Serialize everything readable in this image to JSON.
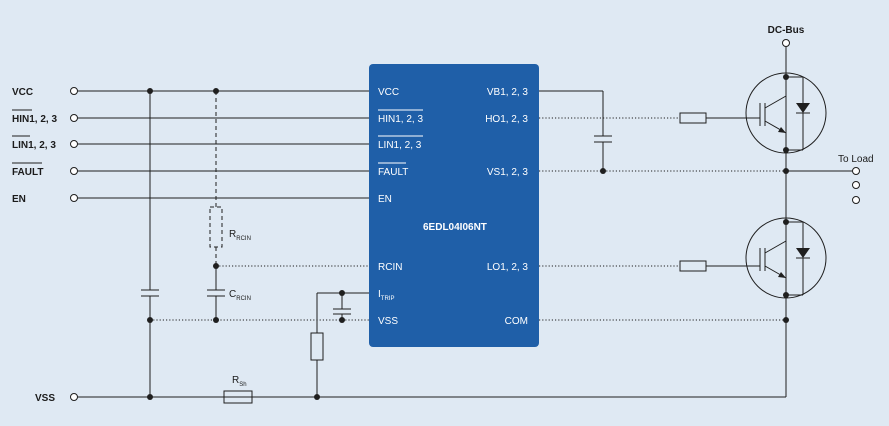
{
  "colors": {
    "background": "#dfe9f3",
    "chip": "#1f5fa8",
    "wire": "#1f1f1f"
  },
  "chip": {
    "name": "6EDL04I06NT",
    "left_pins": [
      "VCC",
      "HIN1, 2, 3",
      "LIN1, 2, 3",
      "FAULT",
      "EN",
      "RCIN",
      "ITRIP",
      "VSS"
    ],
    "right_pins": [
      "VB1, 2, 3",
      "HO1, 2, 3",
      "VS1, 2, 3",
      "LO1, 2, 3",
      "COM"
    ]
  },
  "inputs": [
    "VCC",
    "HIN1, 2, 3",
    "LIN1, 2, 3",
    "FAULT",
    "EN"
  ],
  "vss_terminal": "VSS",
  "rcin_resistor": {
    "main": "R",
    "sub": "RCIN"
  },
  "rcin_capacitor": {
    "main": "C",
    "sub": "RCIN"
  },
  "shunt": {
    "main": "R",
    "sub": "Sh"
  },
  "itrip": {
    "main": "I",
    "sub": "TRIP"
  },
  "dc_bus": "DC-Bus",
  "to_load": "To Load"
}
